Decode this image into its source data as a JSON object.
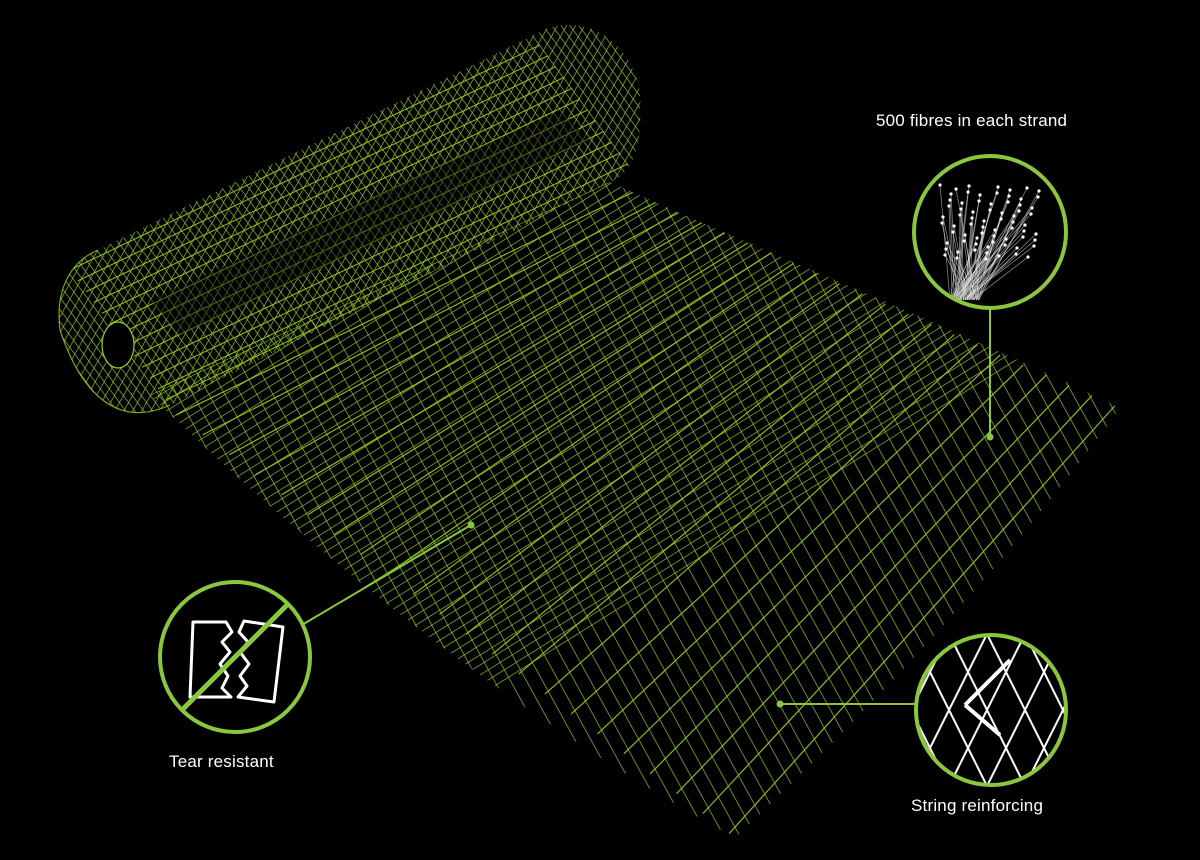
{
  "callouts": {
    "fibres": {
      "label": "500 fibres in each strand",
      "icon": "fibre-bundle-icon"
    },
    "tear": {
      "label": "Tear resistant",
      "icon": "torn-sheet-icon"
    },
    "string": {
      "label": "String reinforcing",
      "icon": "diamond-mesh-icon"
    }
  },
  "colors": {
    "background": "#000000",
    "mesh": "#9acd1e",
    "accent": "#8cc63f",
    "text": "#ffffff"
  }
}
